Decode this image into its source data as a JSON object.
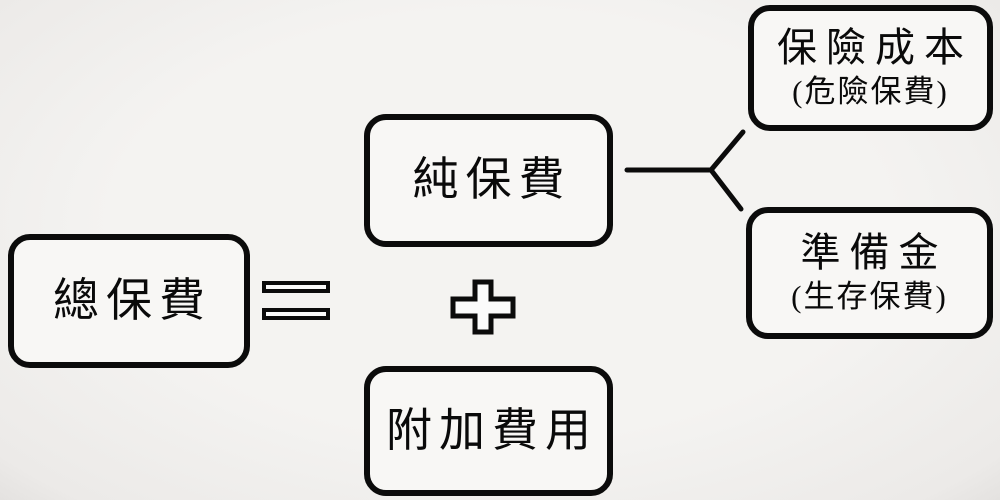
{
  "diagram": {
    "description": "insurance premium composition flow",
    "colors": {
      "background": "#f2f1ef",
      "box_fill": "#f8f7f5",
      "line": "#0b0b0b"
    },
    "nodes": {
      "total_premium": {
        "label": "總保費"
      },
      "pure_premium": {
        "label": "純保費"
      },
      "loading_expense": {
        "label": "附加費用"
      },
      "insurance_cost": {
        "label": "保險成本",
        "sublabel": "(危險保費)"
      },
      "reserve": {
        "label": "準備金",
        "sublabel": "(生存保費)"
      }
    },
    "operators": {
      "equals": "=",
      "plus": "+"
    }
  }
}
